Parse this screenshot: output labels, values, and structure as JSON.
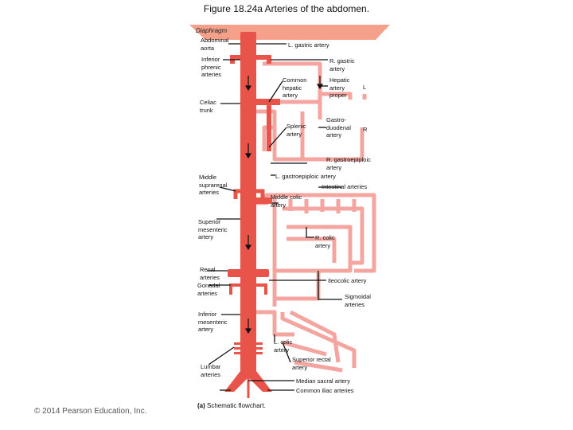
{
  "title": "Figure 18.24a  Arteries of the abdomen.",
  "diaphragm": "Diaphragm",
  "labels_left": {
    "abdominal_aorta": "Abdominal\naorta",
    "inferior_phrenic": "Inferior\nphrenic\narteries",
    "celiac_trunk": "Celiac\ntrunk",
    "middle_suprarenal": "Middle\nsuprarenal\narteries",
    "superior_mesenteric": "Superior\nmesenteric\nartery",
    "renal": "Renal\narteries",
    "gonadal": "Gonadal\narteries",
    "inferior_mesenteric": "Inferior\nmesenteric\nartery",
    "lumbar": "Lumbar\narteries"
  },
  "labels_right": {
    "l_gastric": "L. gastric artery",
    "r_gastric": "R. gastric\nartery",
    "common_hepatic": "Common\nhepatic\nartery",
    "hepatic_proper": "Hepatic\nartery\nproper",
    "splenic": "Splenic\nartery",
    "gastroduodenal": "Gastro-\nduodenal\nartery",
    "r_gastroepiploic": "R. gastroepiploic\nartery",
    "l_gastroepiploic": "L. gastroepiploic artery",
    "intestinal": "Intestinal arteries",
    "middle_colic": "Middle colic\nartery",
    "r_colic": "R. colic\nartery",
    "ileocolic": "Ileocolic artery",
    "sigmoidal": "Sigmoidal\narteries",
    "l_colic": "L. colic\nartery",
    "superior_rectal": "Superior rectal\nartery",
    "median_sacral": "Median sacral artery",
    "common_iliac": "Common iliac arteries",
    "side_l": "L",
    "side_r": "R"
  },
  "caption_letter": "(a)",
  "caption_text": "Schematic flowchart.",
  "copyright": "© 2014 Pearson Education, Inc.",
  "colors": {
    "aorta": "#e8534a",
    "branch": "#f4a5a0",
    "diaphragm": "#f4a08a",
    "line": "#111111"
  }
}
